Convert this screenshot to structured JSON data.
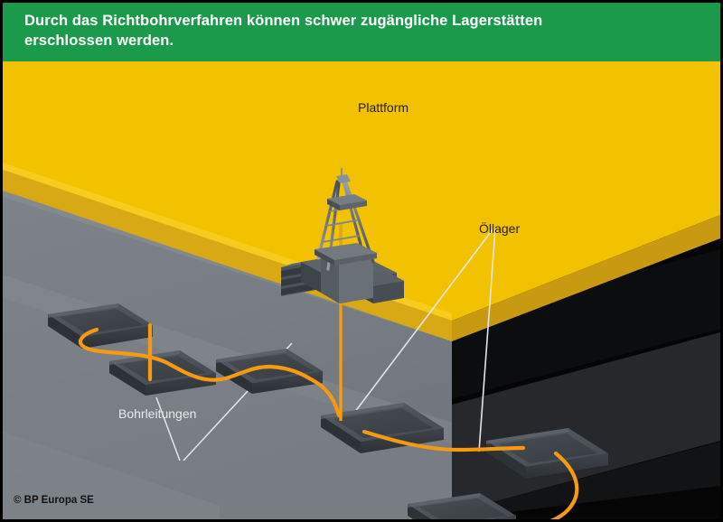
{
  "header": {
    "text": "Durch das Richtbohrverfahren können schwer zugängliche Lagerstätten\nerschlossen werden.",
    "background_color": "#1B9A4B",
    "text_color": "#FFFFFF"
  },
  "labels": {
    "platform": "Plattform",
    "oil_reservoir": "Öllager",
    "drill_pipelines": "Bohrleitungen",
    "copyright": "© BP Europa SE"
  },
  "colors": {
    "frame": "#000000",
    "banner_green": "#1B9A4B",
    "surface_yellow": "#F2C200",
    "surface_yellow_edge": "#D9A815",
    "surface_yellow_edge_dark": "#C79A12",
    "rock_left_light": "#85898E",
    "rock_left_mid": "#787D83",
    "rock_left_dark": "#6B7176",
    "rock_right_black": "#050505",
    "rock_right_band": "#26282B",
    "rock_right_band2": "#17181A",
    "slab_top": "#4C5157",
    "slab_inner": "#40454B",
    "slab_side": "#31353A",
    "slab_front": "#3A3F45",
    "pipe_orange": "#F59A11",
    "derrick_light": "#8E949B",
    "derrick_mid": "#5A6067",
    "derrick_dark": "#3C4147",
    "leader_line": "#E3E6E9"
  },
  "scene": {
    "type": "isometric-cutaway-block-diagram",
    "description": "Isometric cut-away block of seabed showing an offshore platform on the yellow surface plane, a vertical well pipe and orange directional drilling pipelines linking five grey oil-reservoir slabs inside the rock block.",
    "platform": {
      "name": "Plattform",
      "parts": [
        "derrick-tower",
        "upper-collar",
        "lower-collar",
        "deck-base",
        "stacked-decks",
        "side-module"
      ]
    },
    "reservoirs": [
      {
        "id": "reservoir-upper-left",
        "label": "Öllager"
      },
      {
        "id": "reservoir-mid-left",
        "label": "Öllager"
      },
      {
        "id": "reservoir-mid-right",
        "label": "Öllager"
      },
      {
        "id": "reservoir-center",
        "label": "Öllager"
      },
      {
        "id": "reservoir-right-upper",
        "label": "Öllager"
      },
      {
        "id": "reservoir-right-lower",
        "label": "Öllager"
      }
    ],
    "pipelines": {
      "name": "Bohrleitungen",
      "color": "#F59A11",
      "count": 5
    }
  }
}
